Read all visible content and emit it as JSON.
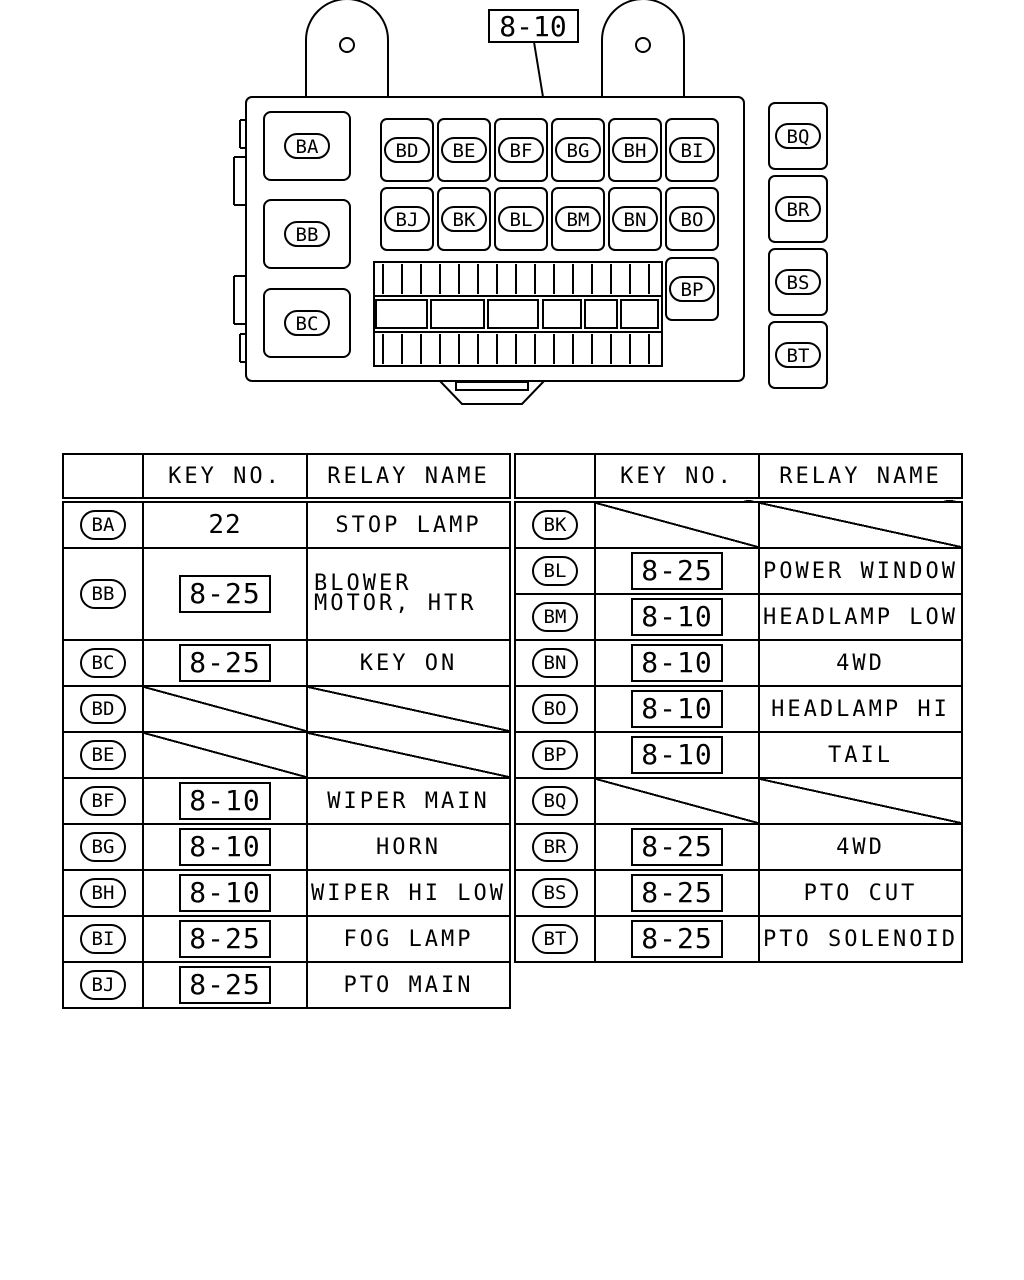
{
  "diagram": {
    "top_key": "8-10",
    "main_relays": [
      "BA",
      "BB",
      "BC"
    ],
    "row1": [
      "BD",
      "BE",
      "BF",
      "BG",
      "BH",
      "BI"
    ],
    "row2": [
      "BJ",
      "BK",
      "BL",
      "BM",
      "BN",
      "BO"
    ],
    "extra": "BP",
    "side": [
      "BQ",
      "BR",
      "BS",
      "BT"
    ]
  },
  "left_table": {
    "headers": [
      "",
      "KEY NO.",
      "RELAY NAME"
    ],
    "rows": [
      {
        "code": "BA",
        "key": "22",
        "key_boxed": false,
        "name": "STOP LAMP"
      },
      {
        "code": "BB",
        "key": "8-25",
        "key_boxed": true,
        "name": "BLOWER MOTOR, HTR"
      },
      {
        "code": "BC",
        "key": "8-25",
        "key_boxed": true,
        "name": "KEY ON"
      },
      {
        "code": "BD",
        "key": "",
        "key_boxed": false,
        "name": ""
      },
      {
        "code": "BE",
        "key": "",
        "key_boxed": false,
        "name": ""
      },
      {
        "code": "BF",
        "key": "8-10",
        "key_boxed": true,
        "name": "WIPER MAIN"
      },
      {
        "code": "BG",
        "key": "8-10",
        "key_boxed": true,
        "name": "HORN"
      },
      {
        "code": "BH",
        "key": "8-10",
        "key_boxed": true,
        "name": "WIPER HI LOW"
      },
      {
        "code": "BI",
        "key": "8-25",
        "key_boxed": true,
        "name": "FOG LAMP"
      },
      {
        "code": "BJ",
        "key": "8-25",
        "key_boxed": true,
        "name": "PTO MAIN"
      }
    ]
  },
  "right_table": {
    "headers": [
      "",
      "KEY NO.",
      "RELAY NAME"
    ],
    "rows": [
      {
        "code": "BK",
        "key": "",
        "key_boxed": false,
        "name": ""
      },
      {
        "code": "BL",
        "key": "8-25",
        "key_boxed": true,
        "name": "POWER WINDOW"
      },
      {
        "code": "BM",
        "key": "8-10",
        "key_boxed": true,
        "name": "HEADLAMP LOW"
      },
      {
        "code": "BN",
        "key": "8-10",
        "key_boxed": true,
        "name": "4WD"
      },
      {
        "code": "BO",
        "key": "8-10",
        "key_boxed": true,
        "name": "HEADLAMP HI"
      },
      {
        "code": "BP",
        "key": "8-10",
        "key_boxed": true,
        "name": "TAIL"
      },
      {
        "code": "BQ",
        "key": "",
        "key_boxed": false,
        "name": ""
      },
      {
        "code": "BR",
        "key": "8-25",
        "key_boxed": true,
        "name": "4WD"
      },
      {
        "code": "BS",
        "key": "8-25",
        "key_boxed": true,
        "name": "PTO CUT"
      },
      {
        "code": "BT",
        "key": "8-25",
        "key_boxed": true,
        "name": "PTO SOLENOID"
      }
    ]
  }
}
